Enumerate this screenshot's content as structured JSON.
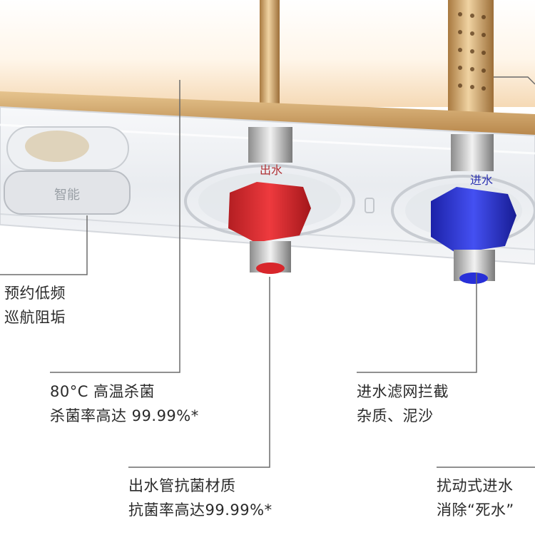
{
  "product_labels": {
    "outlet_nut_left": "出水",
    "outlet_nut_right": "进水",
    "left_panel": "智能"
  },
  "callouts": {
    "reservation": {
      "line1": "预约低频",
      "line2": "巡航阻垢"
    },
    "sterilize": {
      "line1": "80°C 高温杀菌",
      "line2": "杀菌率高达 99.99%*"
    },
    "filter": {
      "line1": "进水滤网拦截",
      "line2": "杂质、泥沙"
    },
    "pipe": {
      "line1": "出水管抗菌材质",
      "line2": "抗菌率高达99.99%*"
    },
    "turbulence": {
      "line1": "扰动式进水",
      "line2": "消除“死水”"
    }
  },
  "colors": {
    "hot_pipe": "#d8262b",
    "cold_pipe": "#2830d8",
    "gold": "#c9a063",
    "leader_line": "#6b6b6b"
  }
}
